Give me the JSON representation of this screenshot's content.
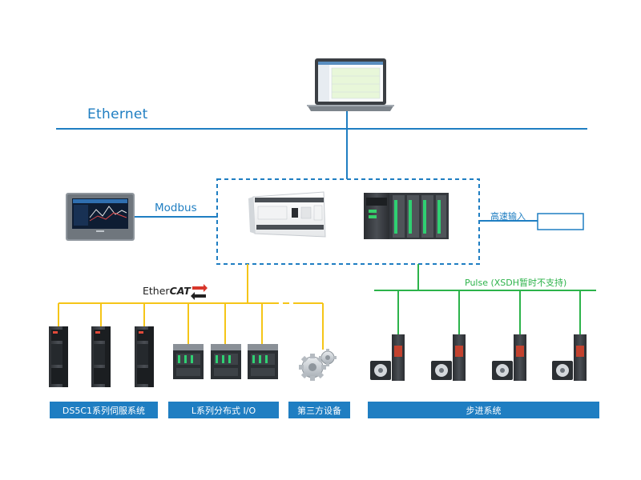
{
  "diagram": {
    "network_labels": {
      "ethernet": "Ethernet",
      "modbus": "Modbus",
      "high_speed_input": "高速输入",
      "pulse": "Pulse (XSDH暂时不支持)"
    },
    "ethercat_logo": {
      "part1": "Ether",
      "part2": "CAT"
    },
    "categories": {
      "servo": "DS5C1系列伺服系统",
      "io": "L系列分布式 I/O",
      "third_party": "第三方设备",
      "stepper": "步进系统"
    },
    "colors": {
      "ethernet_blue": "#1f7ec2",
      "ethercat_yellow": "#f5c518",
      "pulse_green": "#2cb34a",
      "category_box": "#1f7ec2"
    },
    "icons": [
      "laptop-icon",
      "hmi-touchscreen-icon",
      "plc-controller-icon",
      "modular-plc-icon",
      "servo-drive-icon",
      "distributed-io-icon",
      "gears-icon",
      "stepper-drive-icon",
      "stepper-motor-icon"
    ]
  }
}
